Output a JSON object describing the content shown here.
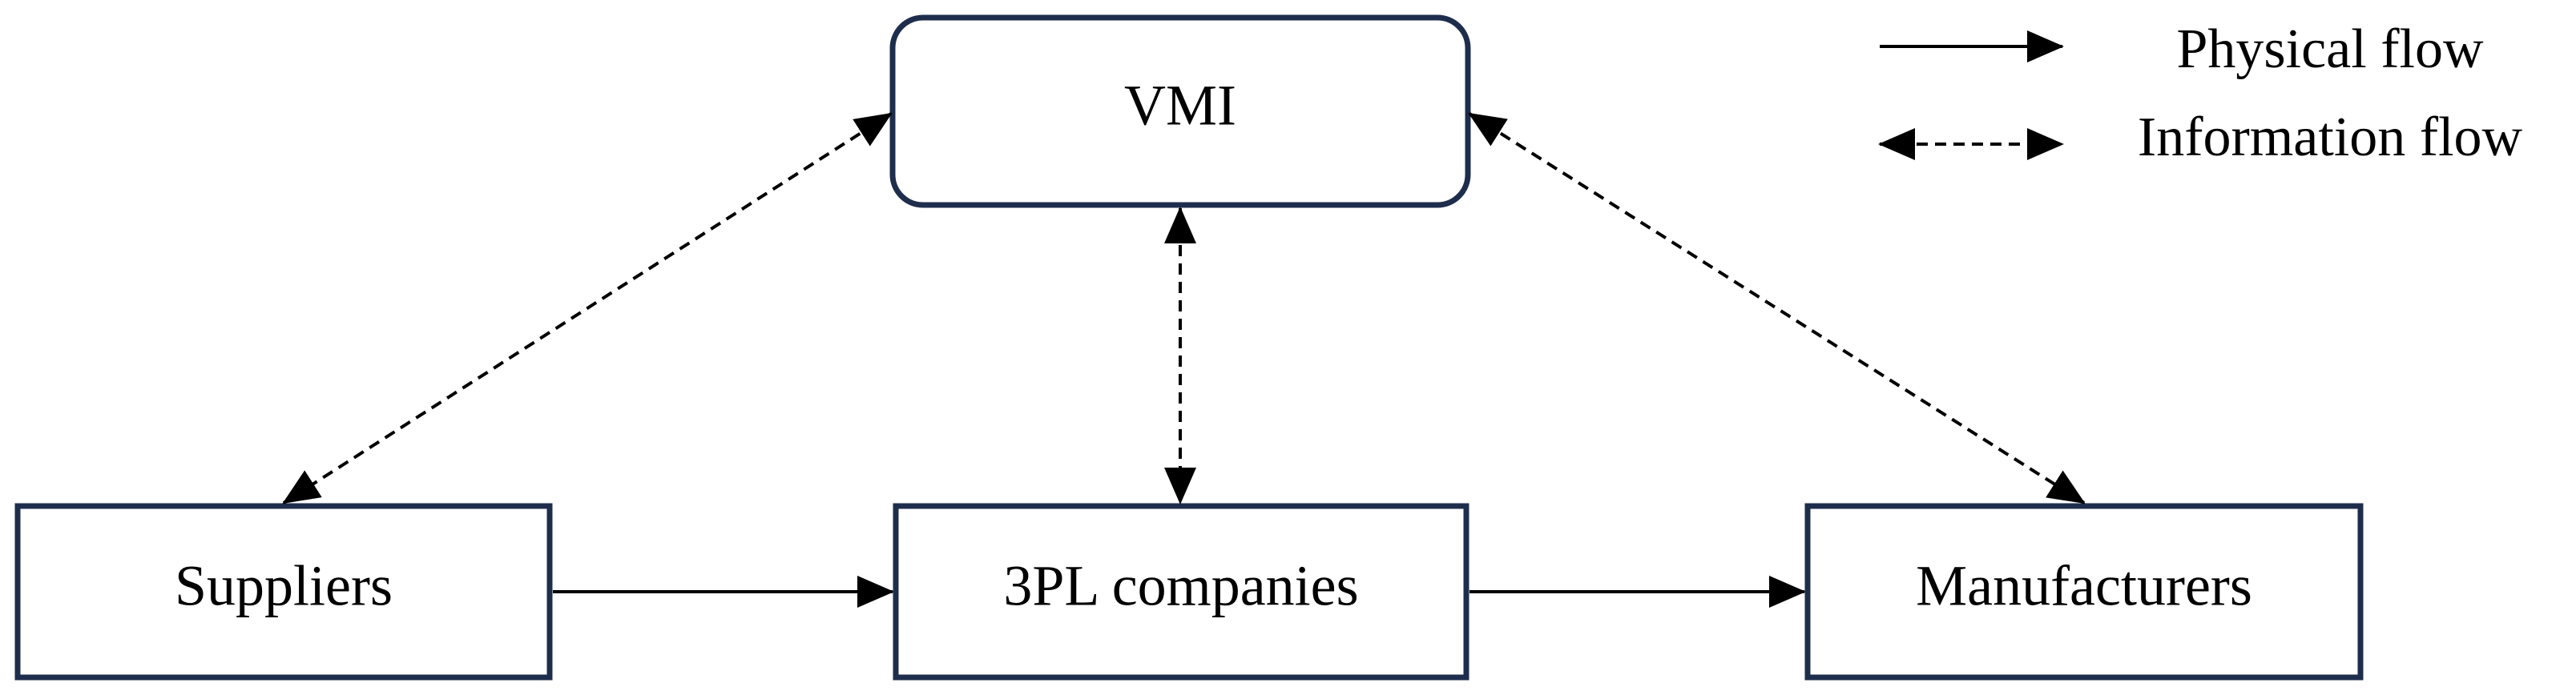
{
  "nodes": {
    "vmi": "VMI",
    "suppliers": "Suppliers",
    "threepl": "3PL companies",
    "manufacturers": "Manufacturers"
  },
  "legend": {
    "physical_flow": "Physical flow",
    "information_flow": "Information flow"
  },
  "colors": {
    "box_border": "#1f2d4d",
    "arrow": "#000000"
  }
}
